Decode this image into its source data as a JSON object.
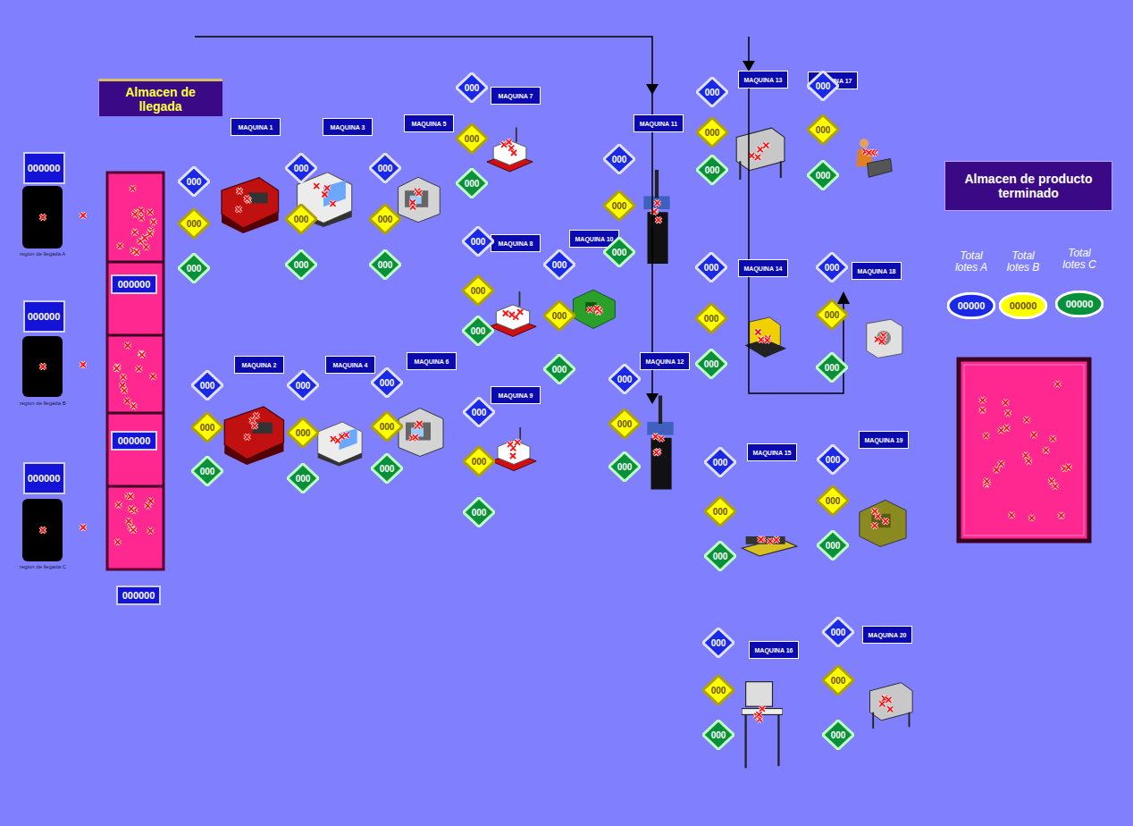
{
  "diagram": {
    "nodes": [
      {
        "text": [
          "Almacen de llegada"
        ]
      },
      {
        "text": [
          "000000"
        ]
      },
      {
        "text": [
          "000000"
        ]
      },
      {
        "text": [
          "000000"
        ]
      },
      {
        "text": [
          "000000"
        ]
      },
      {
        "text": [
          "000000"
        ]
      },
      {
        "text": [
          "000000"
        ]
      },
      {
        "text": [
          "MAQUINA 1"
        ]
      },
      {
        "text": [
          "000"
        ]
      },
      {
        "text": [
          "000"
        ]
      },
      {
        "text": [
          "000"
        ]
      },
      {
        "text": [
          "MAQUINA 2"
        ]
      },
      {
        "text": [
          "000"
        ]
      },
      {
        "text": [
          "000"
        ]
      },
      {
        "text": [
          "000"
        ]
      },
      {
        "text": [
          "MAQUINA 3"
        ]
      },
      {
        "text": [
          "000"
        ]
      },
      {
        "text": [
          "000"
        ]
      },
      {
        "text": [
          "000"
        ]
      },
      {
        "text": [
          "MAQUINA 4"
        ]
      },
      {
        "text": [
          "000"
        ]
      },
      {
        "text": [
          "000"
        ]
      },
      {
        "text": [
          "000"
        ]
      },
      {
        "text": [
          "MAQUINA 5"
        ]
      },
      {
        "text": [
          "000"
        ]
      },
      {
        "text": [
          "000"
        ]
      },
      {
        "text": [
          "000"
        ]
      },
      {
        "text": [
          "MAQUINA 6"
        ]
      },
      {
        "text": [
          "000"
        ]
      },
      {
        "text": [
          "000"
        ]
      },
      {
        "text": [
          "000"
        ]
      },
      {
        "text": [
          "MAQUINA 7"
        ]
      },
      {
        "text": [
          "000"
        ]
      },
      {
        "text": [
          "000"
        ]
      },
      {
        "text": [
          "000"
        ]
      },
      {
        "text": [
          "MAQUINA 8"
        ]
      },
      {
        "text": [
          "000"
        ]
      },
      {
        "text": [
          "000"
        ]
      },
      {
        "text": [
          "000"
        ]
      },
      {
        "text": [
          "MAQUINA 9"
        ]
      },
      {
        "text": [
          "000"
        ]
      },
      {
        "text": [
          "000"
        ]
      },
      {
        "text": [
          "000"
        ]
      },
      {
        "text": [
          "MAQUINA 10"
        ]
      },
      {
        "text": [
          "000"
        ]
      },
      {
        "text": [
          "000"
        ]
      },
      {
        "text": [
          "000"
        ]
      },
      {
        "text": [
          "MAQUINA 11"
        ]
      },
      {
        "text": [
          "000"
        ]
      },
      {
        "text": [
          "000"
        ]
      },
      {
        "text": [
          "000"
        ]
      },
      {
        "text": [
          "MAQUINA 12"
        ]
      },
      {
        "text": [
          "000"
        ]
      },
      {
        "text": [
          "000"
        ]
      },
      {
        "text": [
          "000"
        ]
      },
      {
        "text": [
          "MAQUINA 13"
        ]
      },
      {
        "text": [
          "000"
        ]
      },
      {
        "text": [
          "000"
        ]
      },
      {
        "text": [
          "000"
        ]
      },
      {
        "text": [
          "MAQUINA 14"
        ]
      },
      {
        "text": [
          "000"
        ]
      },
      {
        "text": [
          "000"
        ]
      },
      {
        "text": [
          "000"
        ]
      },
      {
        "text": [
          "MAQUINA 15"
        ]
      },
      {
        "text": [
          "000"
        ]
      },
      {
        "text": [
          "000"
        ]
      },
      {
        "text": [
          "000"
        ]
      },
      {
        "text": [
          "MAQUINA 16"
        ]
      },
      {
        "text": [
          "000"
        ]
      },
      {
        "text": [
          "000"
        ]
      },
      {
        "text": [
          "000"
        ]
      },
      {
        "text": [
          "MAQUINA 17"
        ]
      },
      {
        "text": [
          "000"
        ]
      },
      {
        "text": [
          "000"
        ]
      },
      {
        "text": [
          "000"
        ]
      },
      {
        "text": [
          "MAQUINA 18"
        ]
      },
      {
        "text": [
          "000"
        ]
      },
      {
        "text": [
          "000"
        ]
      },
      {
        "text": [
          "000"
        ]
      },
      {
        "text": [
          "MAQUINA 19"
        ]
      },
      {
        "text": [
          "000"
        ]
      },
      {
        "text": [
          "000"
        ]
      },
      {
        "text": [
          "000"
        ]
      },
      {
        "text": [
          "MAQUINA 20"
        ]
      },
      {
        "text": [
          "000"
        ]
      },
      {
        "text": [
          "000"
        ]
      },
      {
        "text": [
          "000"
        ]
      },
      {
        "text": [
          "Almacen de producto terminado"
        ]
      },
      {
        "text": [
          "00000"
        ]
      },
      {
        "text": [
          "00000"
        ]
      },
      {
        "text": [
          "00000"
        ]
      }
    ],
    "labels": [
      "region de llegada A",
      "region de llegada B",
      "region de llegada C",
      "Total lotes A",
      "Total lotes B",
      "Total lotes C"
    ]
  }
}
